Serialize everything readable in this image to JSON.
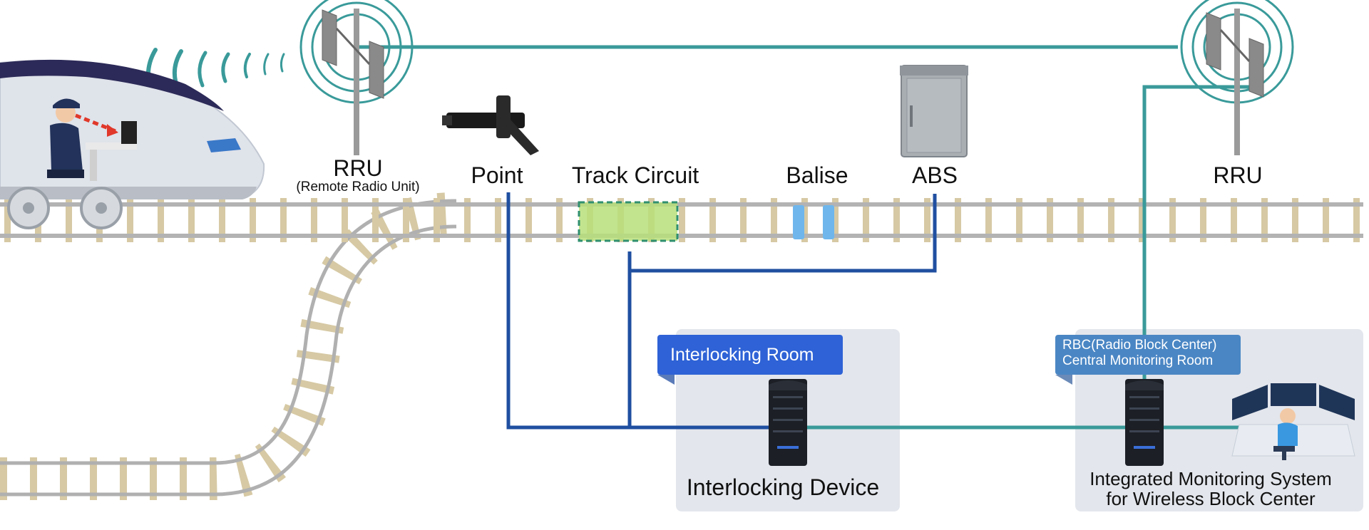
{
  "labels": {
    "rru_left": "RRU",
    "rru_left_sub": "(Remote Radio Unit)",
    "point": "Point",
    "track_circuit": "Track Circuit",
    "balise": "Balise",
    "abs": "ABS",
    "rru_right": "RRU",
    "interlocking_device": "Interlocking Device",
    "monitoring_line1": "Integrated Monitoring System",
    "monitoring_line2": "for Wireless Block Center"
  },
  "rooms": {
    "interlocking_room": "Interlocking Room",
    "rbc_line1": "RBC(Radio Block Center)",
    "rbc_line2": "Central Monitoring Room"
  },
  "colors": {
    "wireless_link": "#3a9a9a",
    "wired_link": "#1f4fa0",
    "room_bg": "#e3e6ec",
    "interlocking_tag": "#2e62d6",
    "rbc_tag": "#4a86c4",
    "track_circuit_fill": "#b8df7a",
    "balise": "#6fb6ec"
  },
  "icons": {
    "train": "high-speed-train-icon",
    "antenna": "antenna-icon",
    "point": "point-machine-icon",
    "cabinet": "abs-cabinet-icon",
    "server": "server-rack-icon",
    "operator": "operator-console-icon"
  }
}
